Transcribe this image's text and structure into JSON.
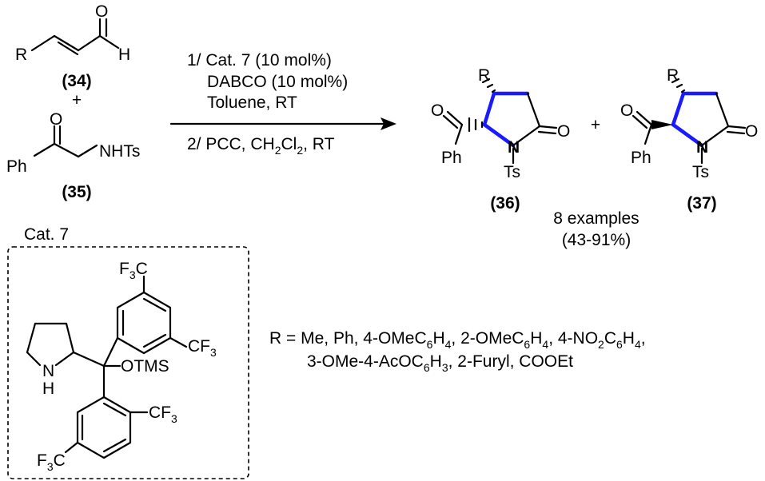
{
  "reactant_34": {
    "r_label": "R",
    "o_label": "O",
    "h_label": "H",
    "number": "(34)"
  },
  "plus_reactants": "+",
  "reactant_35": {
    "o_label": "O",
    "ph_label": "Ph",
    "nhts_label": "NHTs",
    "number": "(35)"
  },
  "conditions": {
    "step1_line1": "1/ Cat. 7 (10 mol%)",
    "step1_line2": "DABCO (10 mol%)",
    "step1_line3": "Toluene, RT",
    "step2_prefix": "2/ PCC, CH",
    "step2_sub1": "2",
    "step2_cl": "Cl",
    "step2_sub2": "2",
    "step2_suffix": ", RT"
  },
  "product_36": {
    "r_label": "R",
    "o_ketone": "O",
    "ph_label": "Ph",
    "n_label": "N",
    "ts_label": "Ts",
    "o_lactam": "O",
    "number": "(36)"
  },
  "plus_products": "+",
  "product_37": {
    "r_label": "R",
    "o_ketone": "O",
    "ph_label": "Ph",
    "n_label": "N",
    "ts_label": "Ts",
    "o_lactam": "O",
    "number": "(37)"
  },
  "yield_info": {
    "examples": "8 examples",
    "range": "(43-91%)"
  },
  "catalyst": {
    "title": "Cat. 7",
    "n_label": "N",
    "h_label": "H",
    "otms_label": "OTMS",
    "cf3_top_f3": "F",
    "cf3_top_sub": "3",
    "cf3_top_c": "C",
    "cf3_right_cf": "CF",
    "cf3_right_sub": "3",
    "cf3_bot_right_cf": "CF",
    "cf3_bot_right_sub": "3",
    "cf3_bot_left_f": "F",
    "cf3_bot_left_sub": "3",
    "cf3_bot_left_c": "C"
  },
  "substituents": {
    "line1_a": "R = Me, Ph, 4-OMeC",
    "line1_s1": "6",
    "line1_b": "H",
    "line1_s2": "4",
    "line1_c": ", 2-OMeC",
    "line1_s3": "6",
    "line1_d": "H",
    "line1_s4": "4",
    "line1_e": ", 4-NO",
    "line1_s5": "2",
    "line1_f": "C",
    "line1_s6": "6",
    "line1_g": "H",
    "line1_s7": "4",
    "line1_h": ",",
    "line2_a": "3-OMe-4-AcOC",
    "line2_s1": "6",
    "line2_b": "H",
    "line2_s2": "3",
    "line2_c": ", 2-Furyl, COOEt"
  }
}
